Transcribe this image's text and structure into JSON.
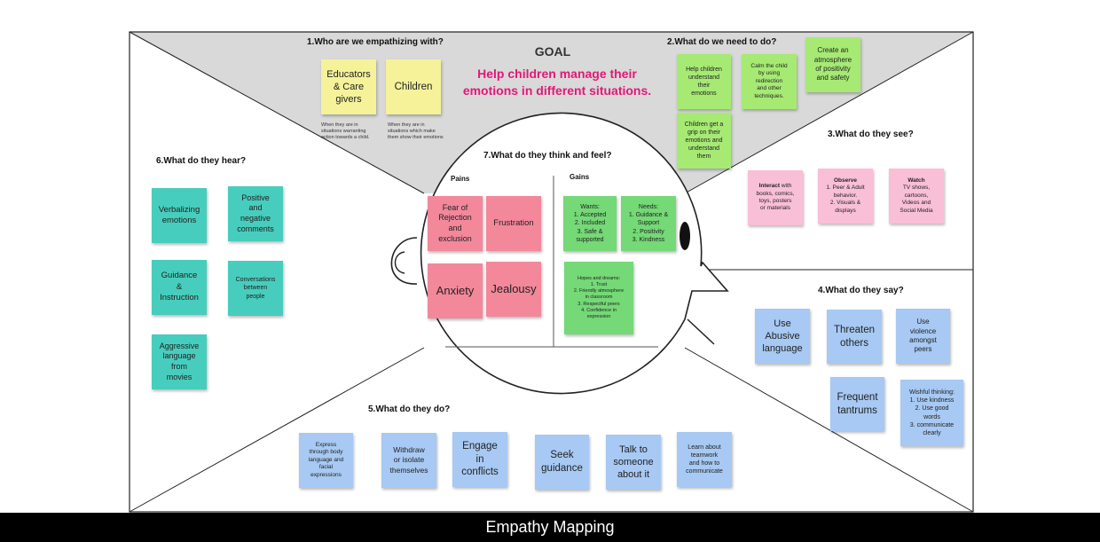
{
  "goal": {
    "title": "GOAL",
    "text": "Help children manage their emotions in different situations."
  },
  "sections": {
    "who": {
      "label": "1.Who are we empathizing with?",
      "notes": [
        "Educators\n& Care\ngivers",
        "Children"
      ],
      "captions": [
        "When they are in\nsituations warranting\naction towards a child.",
        "When they are in\nsituations which make\nthem show their emotions"
      ]
    },
    "need": {
      "label": "2.What do we need to do?",
      "notes": [
        "Help children\nunderstand\ntheir\nemotions",
        "Calm the child\nby using\nredirection\nand other\ntechniques.",
        "Create an\natmosphere\nof positivity\nand safety",
        "Children get a\ngrip on their\nemotions and\nunderstand\nthem"
      ]
    },
    "see": {
      "label": "3.What do they see?",
      "notes": [
        {
          "title": "Interact",
          "body": " with\nbooks, comics,\ntoys, posters\nor materials"
        },
        {
          "title": "Observe",
          "body": "\n1. Peer & Adult\nbehavior.\n2. Visuals &\ndisplays"
        },
        {
          "title": "Watch",
          "body": "\nTV shows,\ncartoons,\nVideos and\nSocial Media"
        }
      ]
    },
    "say": {
      "label": "4.What do they say?",
      "notes": [
        "Use\nAbusive\nlanguage",
        "Threaten\nothers",
        "Use\nviolence\namongst\npeers",
        "Frequent\ntantrums",
        "Wishful thinking:\n1. Use kindness\n2. Use good\nwords\n3. communicate\nclearly"
      ]
    },
    "do": {
      "label": "5.What do they do?",
      "notes": [
        "Express\nthrough body\nlanguage and\nfacial\nexpressions",
        "Withdraw\nor isolate\nthemselves",
        "Engage\nin\nconflicts",
        "Seek\nguidance",
        "Talk to\nsomeone\nabout it",
        "Learn about\nteamwork\nand how to\ncommunicate"
      ]
    },
    "hear": {
      "label": "6.What do they hear?",
      "notes": [
        "Verbalizing\nemotions",
        "Positive\nand\nnegative\ncomments",
        "Guidance\n&\nInstruction",
        "Conversations\nbetween\npeople",
        "Aggressive\nlanguage\nfrom\nmovies"
      ]
    },
    "think": {
      "label": "7.What do they think and feel?",
      "pains_label": "Pains",
      "gains_label": "Gains",
      "pains": [
        "Fear of\nRejection\nand\nexclusion",
        "Frustration",
        "Anxiety",
        "Jealousy"
      ],
      "gains": [
        "Wants:\n1. Accepted\n2. Included\n3. Safe &\nsupported",
        "Needs:\n1. Guidance &\nSupport\n2. Positivity\n3. Kindness",
        "Hopes and dreams:\n1. Trust\n2. Friendly atmosphere\nin classroom\n3. Respectful peers\n4. Confidence in\nexpression"
      ]
    }
  },
  "footer": {
    "title": "Empathy Mapping"
  },
  "colors": {
    "yellow": "#f5f29a",
    "lime": "#a6ea74",
    "pink": "#f9bfd7",
    "teal": "#47cdbd",
    "blue": "#a7c9f3",
    "red": "#f3889b",
    "green": "#74d976",
    "goal": "#e4177a",
    "goal_bg": "#d9d9d9",
    "footer_bg": "#000000"
  }
}
